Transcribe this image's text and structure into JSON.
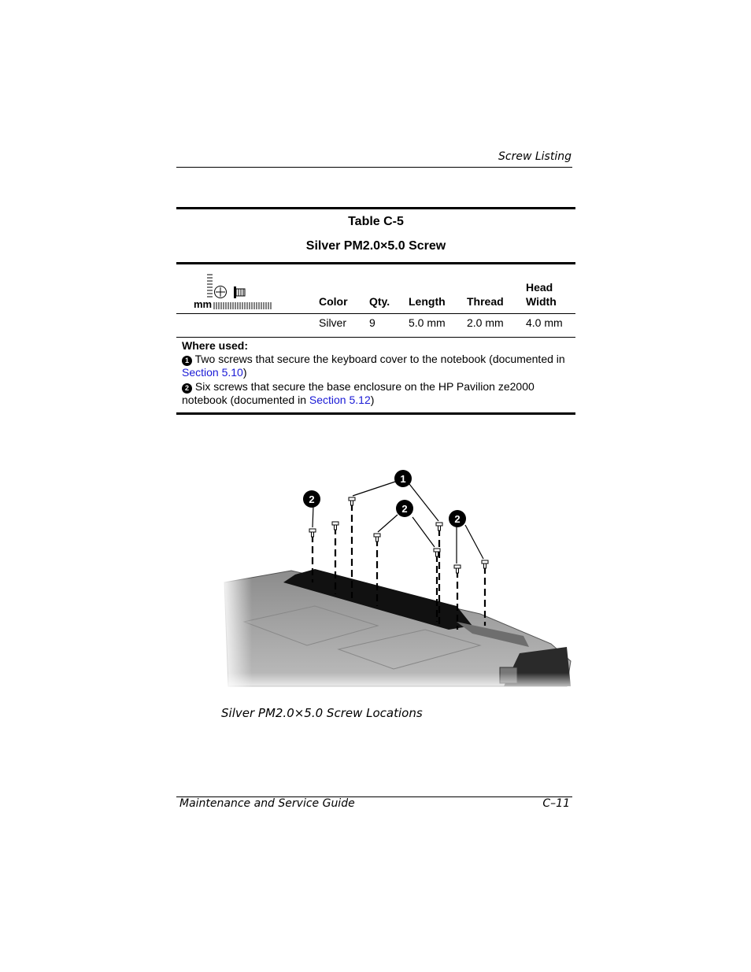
{
  "header": {
    "section_title": "Screw Listing"
  },
  "table": {
    "number": "Table C-5",
    "title": "Silver PM2.0×5.0 Screw",
    "gauge_label": "mm",
    "columns": [
      "Color",
      "Qty.",
      "Length",
      "Thread",
      "Head",
      "Width"
    ],
    "row": {
      "color": "Silver",
      "qty": "9",
      "length": "5.0 mm",
      "thread": "2.0 mm",
      "head_width": "4.0 mm"
    },
    "where_used": {
      "label": "Where used:",
      "item1_num": "1",
      "item1_text": "Two screws that secure the keyboard cover to the notebook (documented in",
      "item1_link": "Section 5.10",
      "item1_close": ")",
      "item2_num": "2",
      "item2_text": "Six screws that secure the base enclosure on the HP Pavilion ze2000 notebook (documented in",
      "item2_link": "Section 5.12",
      "item2_close": ")"
    }
  },
  "figure": {
    "callouts": [
      "1",
      "2",
      "2",
      "2"
    ],
    "caption": "Silver PM2.0×5.0 Screw Locations"
  },
  "footer": {
    "left": "Maintenance and Service Guide",
    "right": "C–11"
  },
  "colors": {
    "link": "#1a1ad6"
  }
}
